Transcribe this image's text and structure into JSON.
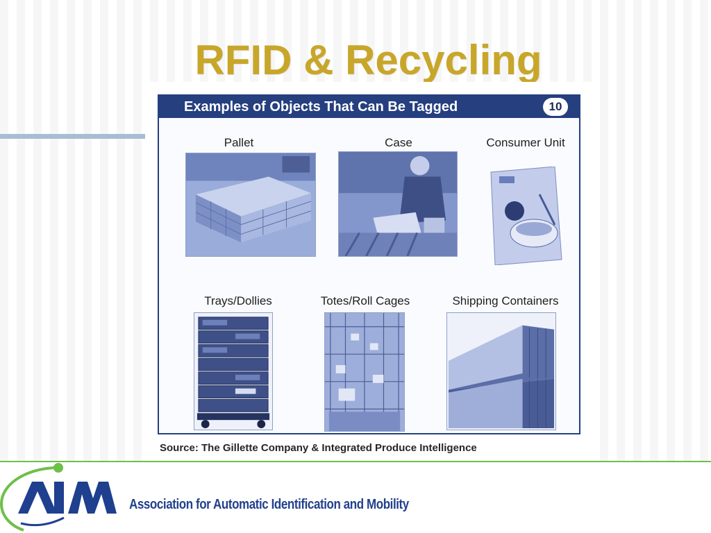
{
  "slide": {
    "title": "RFID & Recycling"
  },
  "figure": {
    "header": "Examples of Objects That Can Be Tagged",
    "number_badge": "10",
    "items": [
      {
        "label": "Pallet"
      },
      {
        "label": "Case"
      },
      {
        "label": "Consumer Unit"
      },
      {
        "label": "Trays/Dollies"
      },
      {
        "label": "Totes/Roll Cages"
      },
      {
        "label": "Shipping Containers"
      }
    ],
    "source": "Source: The Gillette Company & Integrated Produce Intelligence"
  },
  "footer": {
    "organization": "Association for Automatic Identification and Mobility",
    "logo": "AIM"
  },
  "colors": {
    "title": "#c8a62a",
    "header_bg": "#253f7f",
    "photo_tint": "#8ea2d3",
    "footer_rule": "#6fbf4a",
    "logo_blue": "#1f3f8f",
    "logo_green": "#6fbf4a"
  }
}
